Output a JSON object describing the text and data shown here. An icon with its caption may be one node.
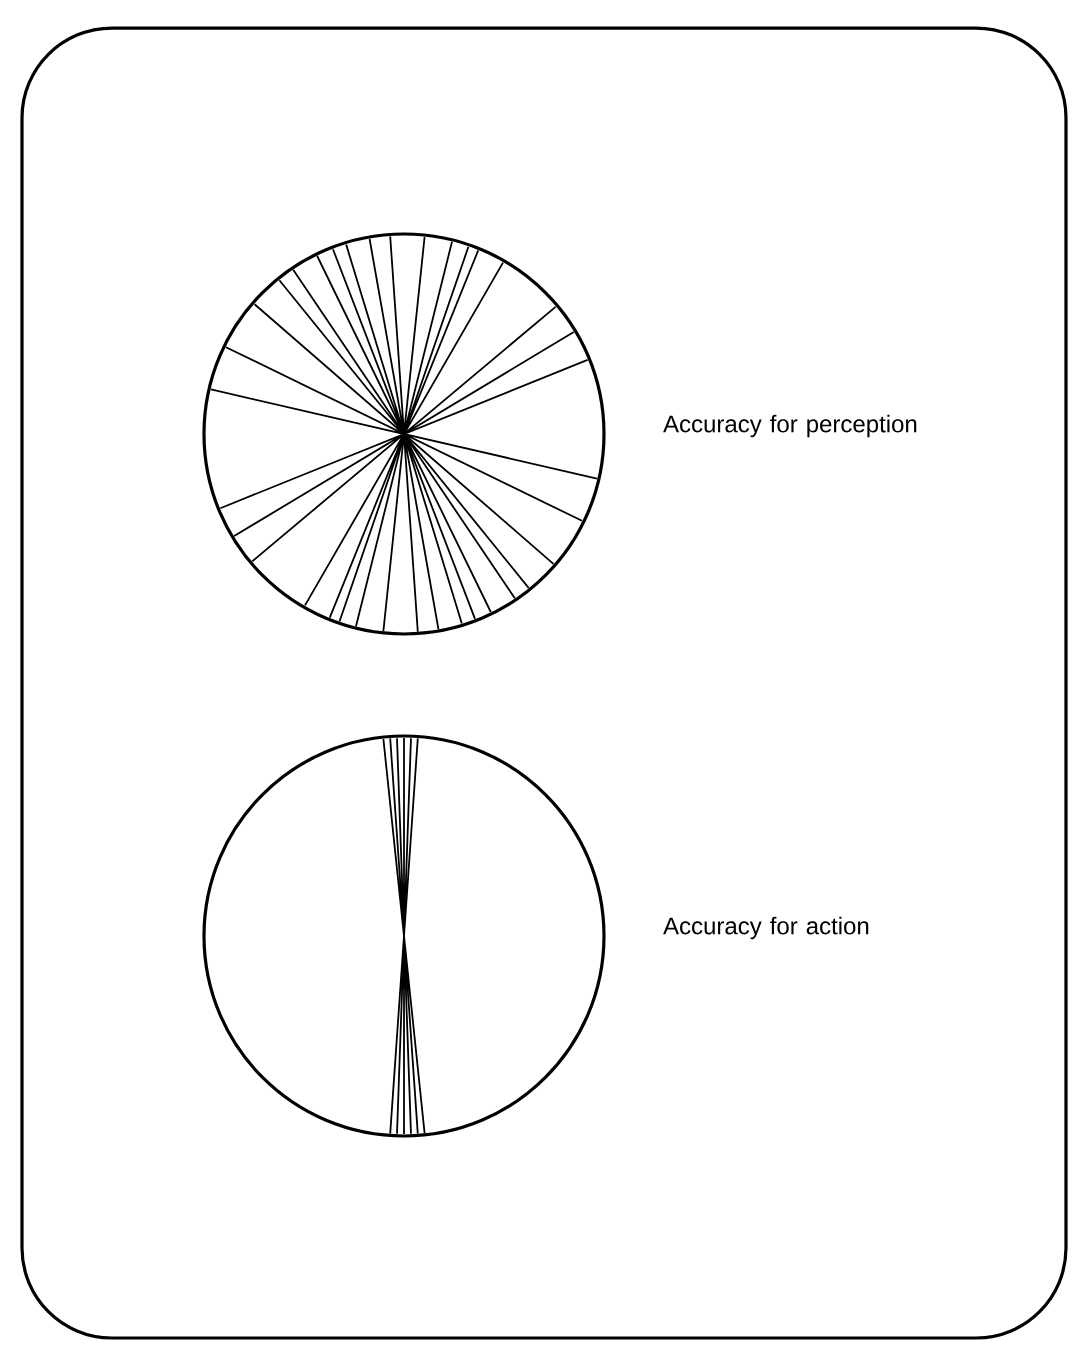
{
  "diagram": {
    "nodes": [
      {
        "text": [],
        "shape": "circle",
        "beside": [
          "Accuracy for perception"
        ]
      },
      {
        "text": [],
        "shape": "circle",
        "beside": [
          "Accuracy for action"
        ]
      }
    ]
  }
}
